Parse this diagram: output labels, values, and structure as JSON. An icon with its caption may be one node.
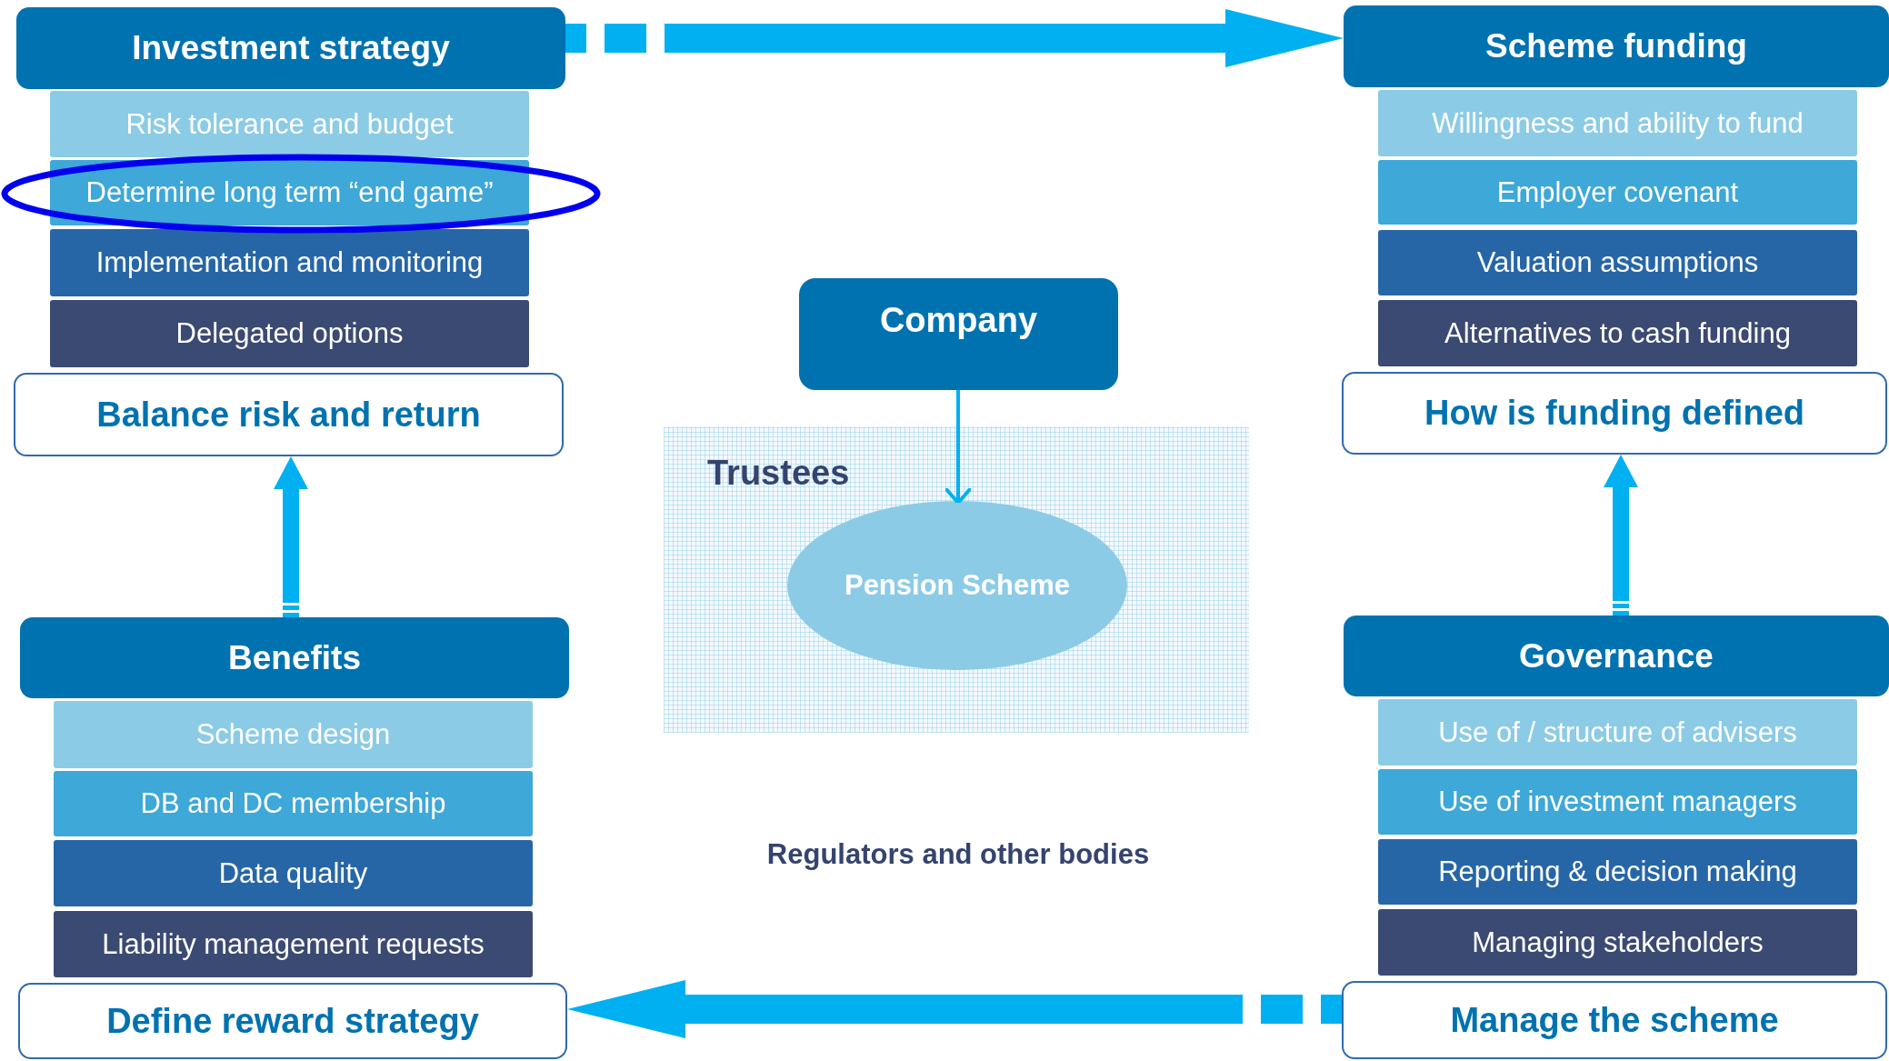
{
  "diagram": {
    "nodes": [
      {
        "text": [
          "Investment strategy"
        ]
      },
      {
        "text": [
          "Risk tolerance and budget"
        ]
      },
      {
        "text": [
          "Determine long term “end game”"
        ]
      },
      {
        "text": [
          "Implementation and monitoring"
        ]
      },
      {
        "text": [
          "Delegated options"
        ]
      },
      {
        "text": [
          "Balance risk and return"
        ]
      },
      {
        "text": [
          "Scheme funding"
        ]
      },
      {
        "text": [
          "Willingness and ability to fund"
        ]
      },
      {
        "text": [
          "Employer covenant"
        ]
      },
      {
        "text": [
          "Valuation assumptions"
        ]
      },
      {
        "text": [
          "Alternatives to cash funding"
        ]
      },
      {
        "text": [
          "How is funding defined"
        ]
      },
      {
        "text": [
          "Company"
        ]
      },
      {
        "text": [
          "Trustees"
        ]
      },
      {
        "text": [
          "Pension Scheme"
        ],
        "in": 13
      },
      {
        "text": [
          "Benefits"
        ]
      },
      {
        "text": [
          "Scheme design"
        ]
      },
      {
        "text": [
          "DB and DC membership"
        ]
      },
      {
        "text": [
          "Data quality"
        ]
      },
      {
        "text": [
          "Liability management requests"
        ]
      },
      {
        "text": [
          "Define reward strategy"
        ]
      },
      {
        "text": [
          "Governance"
        ]
      },
      {
        "text": [
          "Use of / structure of advisers"
        ]
      },
      {
        "text": [
          "Use of investment managers"
        ]
      },
      {
        "text": [
          "Reporting & decision making"
        ]
      },
      {
        "text": [
          "Managing stakeholders"
        ]
      },
      {
        "text": [
          "Manage the scheme"
        ]
      }
    ],
    "edges": [
      {
        "from": 0,
        "to": 6,
        "arrow": "to"
      },
      {
        "from": 15,
        "to": 5,
        "arrow": "to"
      },
      {
        "from": 21,
        "to": 11,
        "arrow": "to"
      },
      {
        "from": 12,
        "to": 14,
        "arrow": "to"
      },
      {
        "from": 26,
        "to": 20,
        "arrow": "to"
      }
    ],
    "labels": [
      "Regulators and other bodies"
    ]
  }
}
